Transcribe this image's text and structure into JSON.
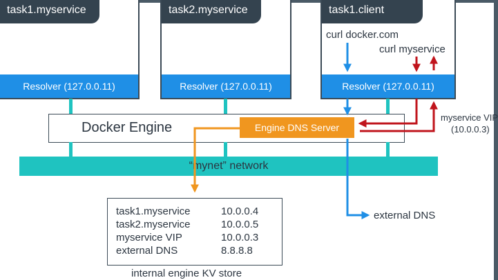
{
  "containers": [
    {
      "name": "task1.myservice",
      "resolver": "Resolver (127.0.0.11)"
    },
    {
      "name": "task2.myservice",
      "resolver": "Resolver (127.0.0.11)"
    },
    {
      "name": "task1.client",
      "resolver": "Resolver (127.0.0.11)"
    }
  ],
  "client_queries": {
    "curl_docker": "curl docker.com",
    "curl_myservice": "curl myservice"
  },
  "engine": {
    "label": "Docker Engine",
    "dns_server": "Engine DNS Server"
  },
  "network": {
    "label": "“mynet” network"
  },
  "vip": {
    "line1": "myservice VIP",
    "line2": "(10.0.0.3)"
  },
  "external_dns": "external DNS",
  "kv_store": {
    "caption": "internal engine KV store",
    "rows": [
      {
        "key": "task1.myservice",
        "value": "10.0.0.4"
      },
      {
        "key": "task2.myservice",
        "value": "10.0.0.5"
      },
      {
        "key": "myservice VIP",
        "value": "10.0.0.3"
      },
      {
        "key": "external DNS",
        "value": "8.8.8.8"
      }
    ]
  },
  "colors": {
    "blue": "#1f8fe6",
    "orange": "#f0961f",
    "red": "#c0141c",
    "teal": "#1fc3c0",
    "dark": "#34434f"
  }
}
